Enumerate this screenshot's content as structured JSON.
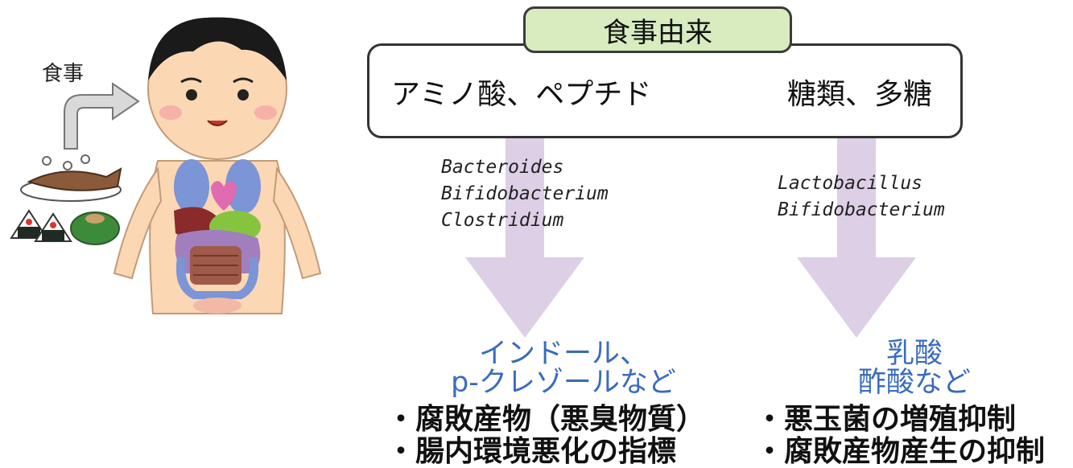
{
  "meal_label": "食事",
  "source_box": {
    "tab_label": "食事由来",
    "left_label": "アミノ酸、ペプチド",
    "right_label": "糖類、多糖"
  },
  "left_branch": {
    "bacteria": [
      "Bacteroides",
      "Bifidobacterium",
      "Clostridium"
    ],
    "product_lines": [
      "インドール、",
      "p-クレゾールなど"
    ],
    "effects": [
      "・腐敗産物（悪臭物質）",
      "・腸内環境悪化の指標"
    ]
  },
  "right_branch": {
    "bacteria": [
      "Lactobacillus",
      "Bifidobacterium"
    ],
    "product_lines": [
      "乳酸",
      "酢酸など"
    ],
    "effects": [
      "・悪玉菌の増殖抑制",
      "・腐敗産物産生の抑制"
    ]
  },
  "colors": {
    "tab_fill": "#d8ecc0",
    "arrow": "#dccfe6",
    "product_text": "#3a6bbf"
  }
}
